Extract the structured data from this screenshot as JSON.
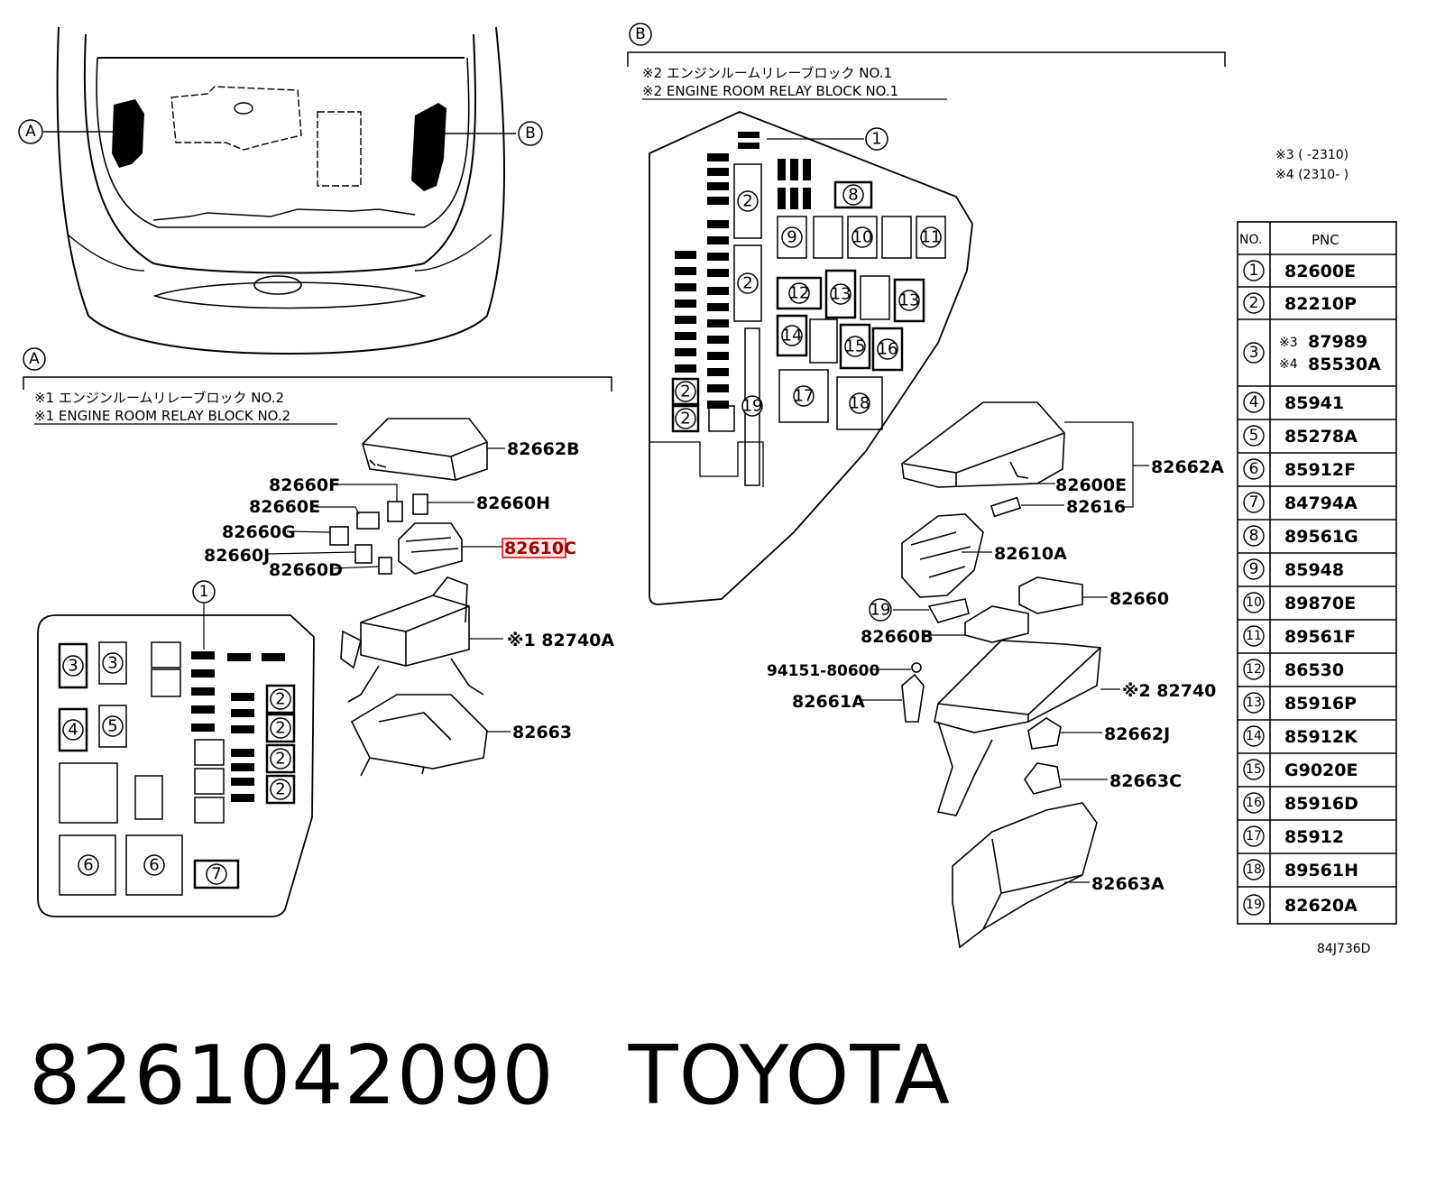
{
  "view_labels": {
    "a": "A",
    "b": "B"
  },
  "section_a": {
    "label": "A",
    "note_jp": "※1 エンジンルームリレーブロック NO.2",
    "note_en": "※1 ENGINE ROOM RELAY BLOCK NO.2",
    "parts": {
      "p82662B": "82662B",
      "p82660F": "82660F",
      "p82660H": "82660H",
      "p82660E": "82660E",
      "p82660G": "82660G",
      "p82610C": "82610C",
      "p82660J": "82660J",
      "p82660D": "82660D",
      "p82740A": "※1 82740A",
      "p82663": "82663"
    },
    "leader_callout": "1",
    "fuse_map_labels": [
      "3",
      "3",
      "4",
      "5",
      "6",
      "6",
      "7",
      "2",
      "2",
      "2",
      "2"
    ]
  },
  "section_b": {
    "label": "B",
    "note_jp": "※2 エンジンルームリレーブロック NO.1",
    "note_en": "※2 ENGINE ROOM RELAY BLOCK NO.1",
    "fuse_map_labels": [
      "1",
      "2",
      "2",
      "8",
      "9",
      "10",
      "11",
      "12",
      "13",
      "13",
      "14",
      "15",
      "16",
      "17",
      "18",
      "2",
      "2",
      "19"
    ],
    "parts": {
      "p82662A": "82662A",
      "p82600E": "82600E",
      "p82616": "82616",
      "p82610A": "82610A",
      "p82660": "82660",
      "p19": "19",
      "p82660B": "82660B",
      "p94151": "94151-80600",
      "p82661A": "82661A",
      "p82740": "※2 82740",
      "p82662J": "82662J",
      "p82663C": "82663C",
      "p82663A": "82663A"
    }
  },
  "notes": {
    "n3": "※3 (      -2310)",
    "n4": "※4 (2310-      )"
  },
  "pnc_table": {
    "headers": [
      "NO.",
      "PNC"
    ],
    "rows": [
      {
        "no": "1",
        "pnc": "82600E"
      },
      {
        "no": "2",
        "pnc": "82210P"
      },
      {
        "no": "3",
        "pnc_a_mark": "※3",
        "pnc_a": "87989",
        "pnc_b_mark": "※4",
        "pnc_b": "85530A"
      },
      {
        "no": "4",
        "pnc": "85941"
      },
      {
        "no": "5",
        "pnc": "85278A"
      },
      {
        "no": "6",
        "pnc": "85912F"
      },
      {
        "no": "7",
        "pnc": "84794A"
      },
      {
        "no": "8",
        "pnc": "89561G"
      },
      {
        "no": "9",
        "pnc": "85948"
      },
      {
        "no": "10",
        "pnc": "89870E"
      },
      {
        "no": "11",
        "pnc": "89561F"
      },
      {
        "no": "12",
        "pnc": "86530"
      },
      {
        "no": "13",
        "pnc": "85916P"
      },
      {
        "no": "14",
        "pnc": "85912K"
      },
      {
        "no": "15",
        "pnc": "G9020E"
      },
      {
        "no": "16",
        "pnc": "85916D"
      },
      {
        "no": "17",
        "pnc": "85912"
      },
      {
        "no": "18",
        "pnc": "89561H"
      },
      {
        "no": "19",
        "pnc": "82620A"
      }
    ]
  },
  "drawing_code": "84J736D",
  "footer": {
    "part_number": "8261042090",
    "brand": "TOYOTA"
  }
}
